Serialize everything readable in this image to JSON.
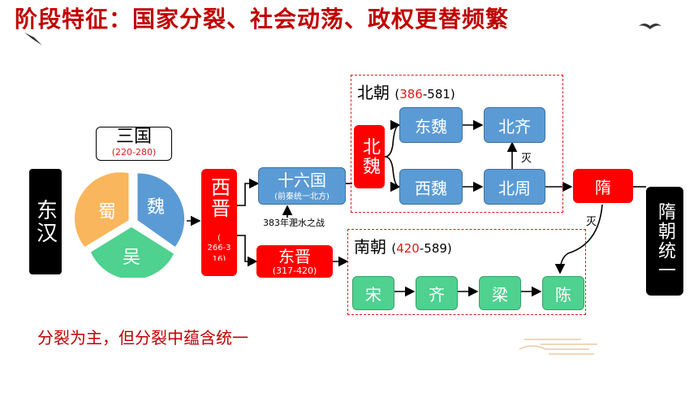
{
  "title": "阶段特征：国家分裂、社会动荡、政权更替频繁",
  "sanguo": {
    "title": "三国",
    "years": "(220-280)",
    "slices": [
      "魏",
      "吴",
      "蜀"
    ]
  },
  "donghan": "东汉",
  "xijin": {
    "label": "西晋",
    "years_open": "(",
    "years": "266-316)"
  },
  "shiliuguo": {
    "label": "十六国",
    "note": "(前秦统一北方)"
  },
  "feishui": "383年淝水之战",
  "dongjin": {
    "label": "东晋",
    "years": "(317-420)"
  },
  "beichao": {
    "label": "北朝",
    "paren_open": "(",
    "start": "386",
    "rest": "-581)"
  },
  "beiwei": "北魏",
  "dongwei": "东魏",
  "beiqi": "北齐",
  "xiwei": "西魏",
  "beizhou": "北周",
  "mie1": "灭",
  "sui": "隋",
  "mie2": "灭",
  "suichao": "隋朝统一",
  "nanchao": {
    "label": "南朝",
    "paren_open": "(",
    "start": "420",
    "rest": "-589)"
  },
  "nan_states": [
    "宋",
    "齐",
    "梁",
    "陈"
  ],
  "footer": "分裂为主，但分裂中蕴含统一",
  "colors": {
    "red": "#ff0000",
    "blue": "#5b9bd5",
    "green": "#4fd18f",
    "title": "#c00000"
  }
}
